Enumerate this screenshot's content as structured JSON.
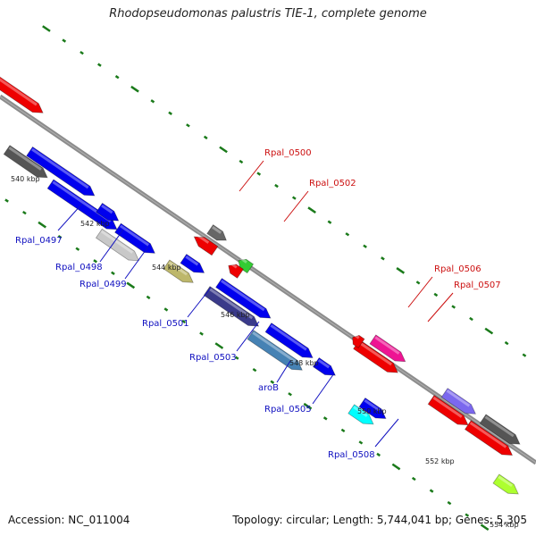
{
  "title": "Rhodopseudomonas palustris TIE-1, complete genome",
  "footer": {
    "accession": "Accession: NC_011004",
    "summary": "Topology: circular; Length: 5,744,041 bp; Genes: 5,305"
  },
  "colors": {
    "backbone": "#8c8c8c",
    "tick": "#1a7a1a",
    "forward_label": "#1010c0",
    "reverse_label": "#cc1010"
  },
  "scale_ticks": [
    "540 kbp",
    "542 kbp",
    "544 kbp",
    "546 kbp",
    "548 kbp",
    "550 kbp",
    "552 kbp",
    "554 kbp"
  ],
  "gene_labels_forward": [
    "Rpal_0497",
    "Rpal_0498",
    "Rpal_0499",
    "Rpal_0501",
    "Rpal_0503",
    "aroB",
    "Rpal_0505",
    "Rpal_0508"
  ],
  "gene_labels_reverse": [
    "Rpal_0500",
    "Rpal_0502",
    "Rpal_0506",
    "Rpal_0507"
  ]
}
